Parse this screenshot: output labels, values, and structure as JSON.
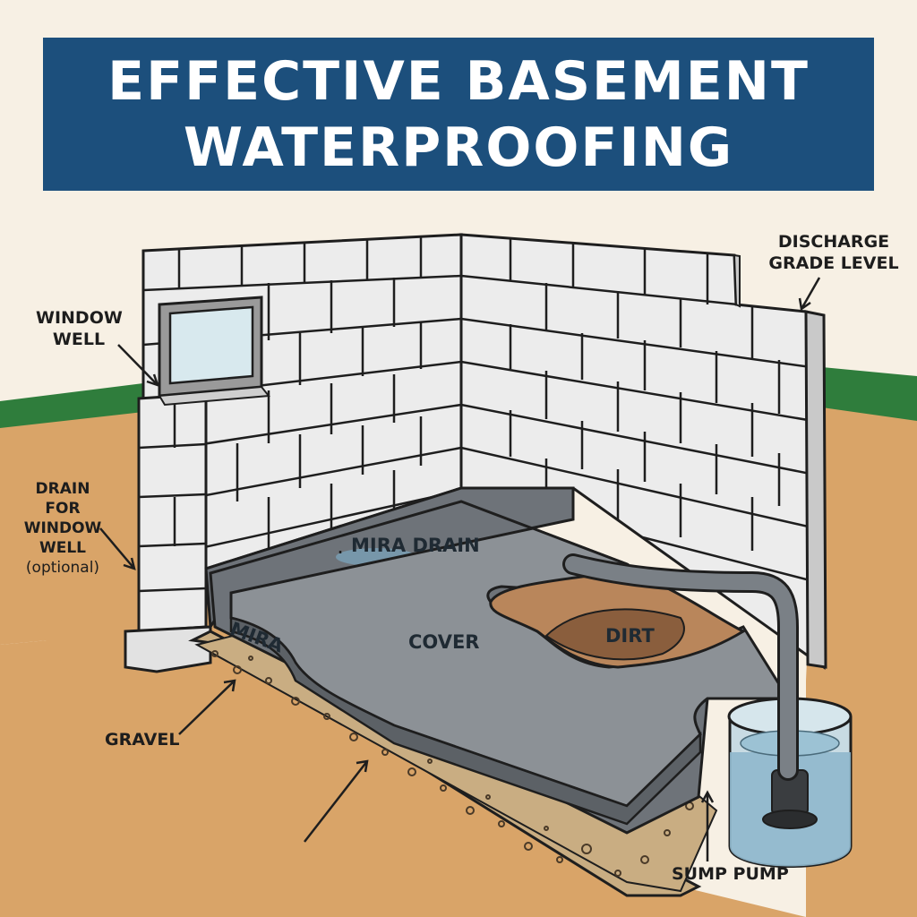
{
  "title": {
    "line1": "EFFECTIVE BASEMENT",
    "line2": "WATERPROOFING"
  },
  "labels": {
    "window_well": {
      "line1": "WINDOW",
      "line2": "WELL"
    },
    "drain_window": {
      "line1": "DRAIN",
      "line2": "FOR",
      "line3": "WINDOW",
      "line4": "WELL",
      "line5": "(optional)"
    },
    "discharge": {
      "line1": "DISCHARGE",
      "line2": "GRADE LEVEL"
    },
    "mira_drain": "MIRA DRAIN",
    "mira": "MIRA",
    "cover": "COVER",
    "dirt": "DIRT",
    "gravel": "GRAVEL",
    "sump_pump": "SUMP PUMP"
  },
  "colors": {
    "banner": "#1c4f7c",
    "background": "#f7f0e4",
    "soil": "#d9a468",
    "grass": "#2f7d3c",
    "block": "#ececec",
    "membrane": "#6e7379",
    "floor_cover": "#8c9196",
    "gravel": "#c9ad82",
    "water": "#8fb7cc"
  },
  "icons": [
    "window-icon",
    "sump-pump-icon",
    "discharge-pipe-icon"
  ]
}
